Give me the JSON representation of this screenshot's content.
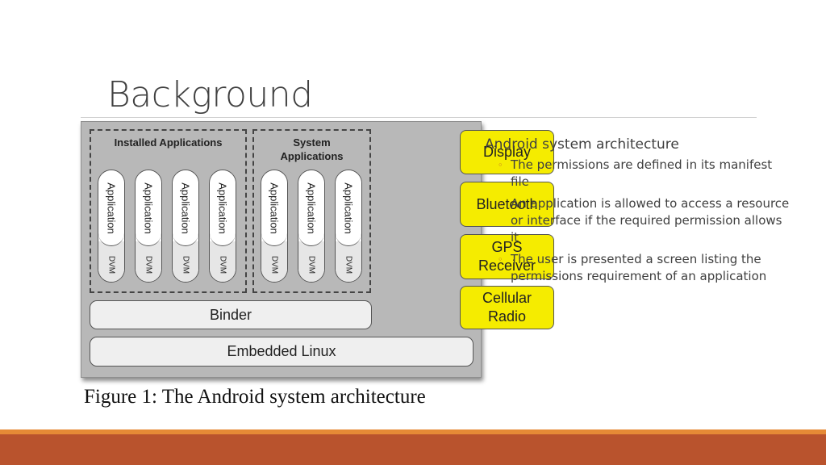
{
  "slide": {
    "title": "Background"
  },
  "diagram": {
    "installed_group_label": "Installed Applications",
    "system_group_label_line1": "System",
    "system_group_label_line2": "Applications",
    "app_label": "Application",
    "dvm_label": "DVM",
    "hardware": {
      "display": "Display",
      "bluetooth": "Bluetooth",
      "gps_line1": "GPS",
      "gps_line2": "Receiver",
      "cellular_line1": "Cellular",
      "cellular_line2": "Radio"
    },
    "binder": "Binder",
    "linux": "Embedded Linux",
    "caption": "Figure 1: The Android system architecture"
  },
  "side_panel": {
    "heading": "Android system architecture",
    "bullet_glyph": "◦",
    "items": [
      "The permissions are defined in its manifest file",
      "An application is allowed to access a resource or interface if the required permission allows it",
      "The user is presented a screen listing the permissions requirement of an application"
    ]
  },
  "colors": {
    "hardware_box": "#f5ec00",
    "footer_band": "#b9532d",
    "footer_line": "#e68a36",
    "diagram_background": "#b8b8b8"
  }
}
